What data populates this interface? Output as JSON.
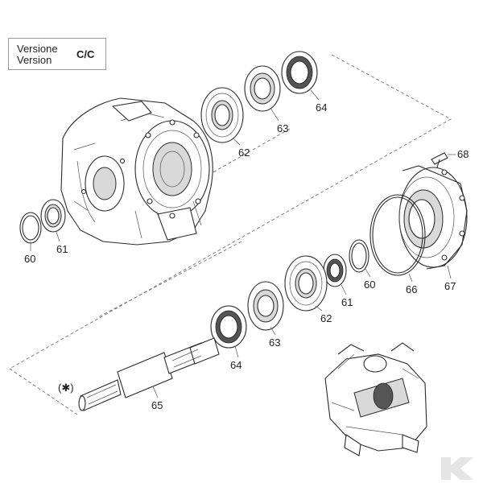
{
  "version_box": {
    "label_it": "Versione",
    "label_en": "Version",
    "code": "C/C"
  },
  "asterisk_note": "(✱)",
  "callouts": {
    "p60_left": "60",
    "p61_left": "61",
    "p62_top": "62",
    "p63_top": "63",
    "p64_top": "64",
    "p68": "68",
    "p60_right": "60",
    "p61_right": "61",
    "p62_mid": "62",
    "p63_mid": "63",
    "p64_mid": "64",
    "p65": "65",
    "p66": "66",
    "p67": "67"
  }
}
